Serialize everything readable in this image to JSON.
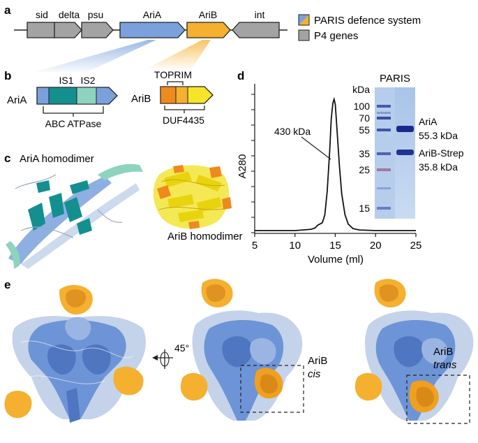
{
  "panels": {
    "a": {
      "letter": "a",
      "genes": [
        "sid",
        "delta",
        "psu",
        "AriA",
        "AriB",
        "int"
      ],
      "legend": [
        "PARIS defence system",
        "P4 genes"
      ]
    },
    "b": {
      "letter": "b",
      "aria_label": "AriA",
      "aria_domains": [
        "IS1",
        "IS2"
      ],
      "aria_bracket": "ABC ATPase",
      "arib_label": "AriB",
      "arib_top": "TOPRIM",
      "arib_bottom": "DUF4435"
    },
    "c": {
      "letter": "c",
      "aria_title": "AriA homodimer",
      "arib_title": "AriB homodimer"
    },
    "d": {
      "letter": "d",
      "gel_title": "PARIS",
      "kda_label": "kDa",
      "marker_labels": [
        "100",
        "70",
        "55",
        "35",
        "25",
        "15"
      ],
      "band_labels": [
        "AriA",
        "55.3 kDa",
        "AriB-Strep",
        "35.8 kDa"
      ]
    },
    "e": {
      "letter": "e",
      "rotation": "45°",
      "cis_title": "AriB",
      "cis_sub": "cis",
      "trans_title": "AriB",
      "trans_sub": "trans"
    }
  },
  "chart_data": {
    "type": "line",
    "title": "",
    "xlabel": "Volume (ml)",
    "ylabel": "A280",
    "xlim": [
      5,
      25
    ],
    "xticks": [
      5,
      10,
      15,
      20,
      25
    ],
    "annotation": "430 kDa",
    "series": [
      {
        "x": [
          5,
          8,
          10,
          11,
          12,
          12.5,
          12.8,
          13.1,
          13.4,
          13.7,
          14.0,
          14.3,
          14.5,
          14.7,
          14.85,
          15.0,
          15.2,
          15.5,
          15.8,
          16.2,
          16.6,
          17.2,
          18,
          20,
          22,
          25
        ],
        "y": [
          0.0,
          0.0,
          0.0,
          0.005,
          0.01,
          0.02,
          0.04,
          0.05,
          0.06,
          0.12,
          0.3,
          0.6,
          0.85,
          0.97,
          1.0,
          0.96,
          0.78,
          0.5,
          0.28,
          0.12,
          0.05,
          0.015,
          0.005,
          0.0,
          0.0,
          0.0
        ]
      }
    ]
  },
  "colors": {
    "aria_blue": "#7aa1dc",
    "arib_orange": "#f5b030",
    "p4_gray": "#a3a3a3",
    "teal": "#148f8f",
    "mint": "#8ed3be",
    "yellow": "#f0e01c"
  }
}
